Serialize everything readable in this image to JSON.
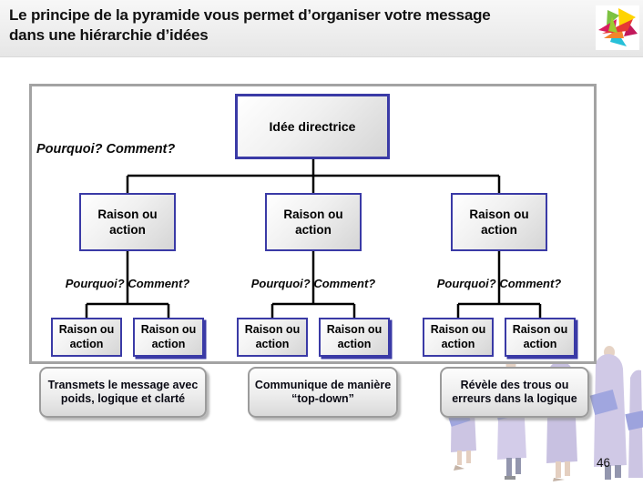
{
  "slide": {
    "title_line1": "Le principe de la pyramide vous permet d’organiser votre message",
    "title_line2": "dans une hiérarchie d’idées",
    "page_number": "46"
  },
  "diagram": {
    "root_label": "Idée directrice",
    "root_question": "Pourquoi? Comment?",
    "branches": [
      {
        "label": "Raison ou action",
        "question": "Pourquoi? Comment?",
        "children": [
          "Raison ou action",
          "Raison ou action"
        ]
      },
      {
        "label": "Raison ou action",
        "question": "Pourquoi? Comment?",
        "children": [
          "Raison ou action",
          "Raison ou action"
        ]
      },
      {
        "label": "Raison ou action",
        "question": "Pourquoi? Comment?",
        "children": [
          "Raison ou action",
          "Raison ou action"
        ]
      }
    ],
    "takeaways": [
      "Transmets le message avec poids, logique et clarté",
      "Communique de manière “top-down”",
      "Révèle des trous ou erreurs dans la logique"
    ]
  },
  "icons": {
    "logo": "pinwheel-logo",
    "illustration": "graduates-in-purple-gowns"
  },
  "colors": {
    "accent_blue_border": "#3A3AA6",
    "container_border": "#A3A3A3",
    "connector": "#000000",
    "title_band": "#EEEEEE",
    "box_gradient_end": "#D5D5D5",
    "gown_purple": "#9A8CC9",
    "cap_blue": "#4350C0"
  }
}
